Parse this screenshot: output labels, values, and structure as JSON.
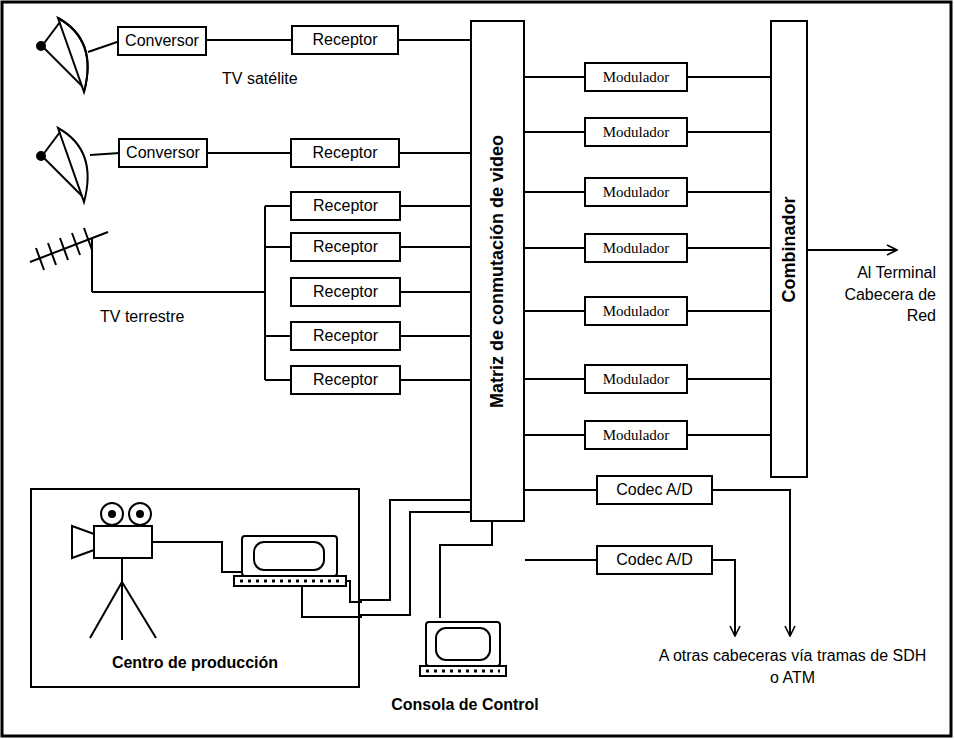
{
  "diagram": {
    "nodes": [
      {
        "text": [
          "Conversor"
        ]
      },
      {
        "text": [
          "Receptor"
        ]
      },
      {
        "text": [
          "Conversor"
        ]
      },
      {
        "text": [
          "Receptor"
        ]
      },
      {
        "text": [
          "Receptor"
        ]
      },
      {
        "text": [
          "Receptor"
        ]
      },
      {
        "text": [
          "Receptor"
        ]
      },
      {
        "text": [
          "Receptor"
        ]
      },
      {
        "text": [
          "Receptor"
        ]
      },
      {
        "text": [
          "Matriz de conmutación de video"
        ]
      },
      {
        "text": [
          "Modulador"
        ]
      },
      {
        "text": [
          "Modulador"
        ]
      },
      {
        "text": [
          "Modulador"
        ]
      },
      {
        "text": [
          "Modulador"
        ]
      },
      {
        "text": [
          "Modulador"
        ]
      },
      {
        "text": [
          "Modulador"
        ]
      },
      {
        "text": [
          "Modulador"
        ]
      },
      {
        "text": [
          "Combinador"
        ]
      },
      {
        "text": [
          "Codec A/D"
        ]
      },
      {
        "text": [
          "Codec A/D"
        ]
      },
      {
        "text": [
          "Centro de producción"
        ]
      },
      {
        "text": [
          "Consola de Control"
        ]
      }
    ],
    "edges": [
      {
        "from": 0,
        "to": 1,
        "arrow": "none"
      },
      {
        "from": 1,
        "to": 9,
        "arrow": "none"
      },
      {
        "from": 2,
        "to": 3,
        "arrow": "none"
      },
      {
        "from": 3,
        "to": 9,
        "arrow": "none"
      },
      {
        "from": 4,
        "to": 9,
        "arrow": "none"
      },
      {
        "from": 5,
        "to": 9,
        "arrow": "none"
      },
      {
        "from": 6,
        "to": 9,
        "arrow": "none"
      },
      {
        "from": 7,
        "to": 9,
        "arrow": "none"
      },
      {
        "from": 8,
        "to": 9,
        "arrow": "none"
      },
      {
        "from": 9,
        "to": 10,
        "arrow": "none"
      },
      {
        "from": 9,
        "to": 11,
        "arrow": "none"
      },
      {
        "from": 9,
        "to": 12,
        "arrow": "none"
      },
      {
        "from": 9,
        "to": 13,
        "arrow": "none"
      },
      {
        "from": 9,
        "to": 14,
        "arrow": "none"
      },
      {
        "from": 9,
        "to": 15,
        "arrow": "none"
      },
      {
        "from": 9,
        "to": 16,
        "arrow": "none"
      },
      {
        "from": 10,
        "to": 17,
        "arrow": "none"
      },
      {
        "from": 11,
        "to": 17,
        "arrow": "none"
      },
      {
        "from": 12,
        "to": 17,
        "arrow": "none"
      },
      {
        "from": 13,
        "to": 17,
        "arrow": "none"
      },
      {
        "from": 14,
        "to": 17,
        "arrow": "none"
      },
      {
        "from": 15,
        "to": 17,
        "arrow": "none"
      },
      {
        "from": 16,
        "to": 17,
        "arrow": "none"
      },
      {
        "from": 9,
        "to": 18,
        "arrow": "none"
      },
      {
        "from": 9,
        "to": 19,
        "arrow": "none"
      },
      {
        "from": 20,
        "to": 9,
        "arrow": "none"
      },
      {
        "from": 20,
        "to": 9,
        "arrow": "none"
      },
      {
        "from": 21,
        "to": 9,
        "arrow": "none"
      }
    ],
    "labels": [
      "TV satélite",
      "TV terrestre",
      "Al Terminal Cabecera de Red",
      "A otras cabeceras vía tramas de SDH o ATM"
    ]
  }
}
